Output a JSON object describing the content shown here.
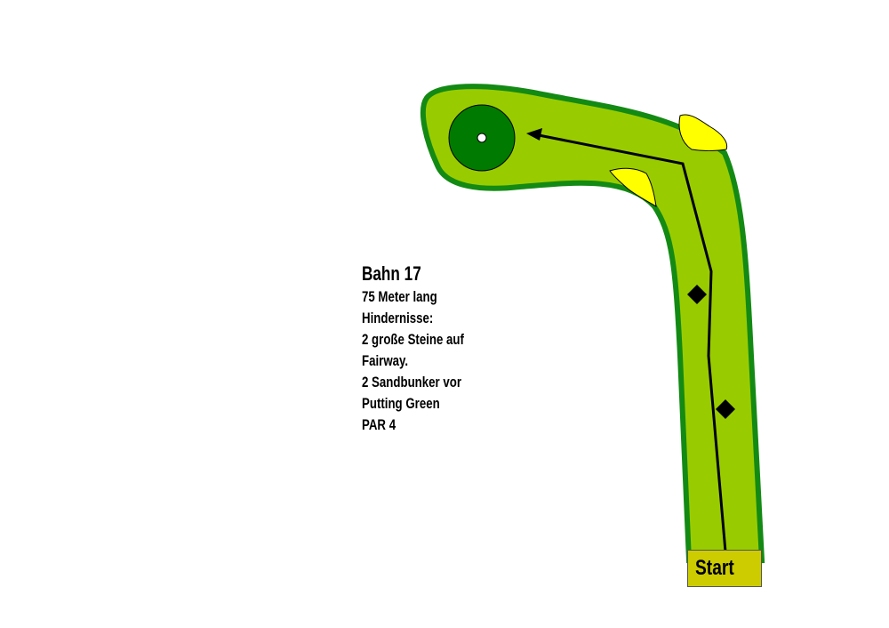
{
  "hole_info": {
    "title": "Bahn 17",
    "lines": [
      "75 Meter lang",
      "Hindernisse:",
      "2 große Steine auf",
      "Fairway.",
      "2 Sandbunker vor",
      "Putting Green",
      "PAR 4"
    ]
  },
  "start_label": "Start",
  "colors": {
    "fairway": "#99cc00",
    "rough_border": "#138a13",
    "green": "#007a00",
    "bunker": "#ffff00",
    "tee": "#cccc00"
  }
}
